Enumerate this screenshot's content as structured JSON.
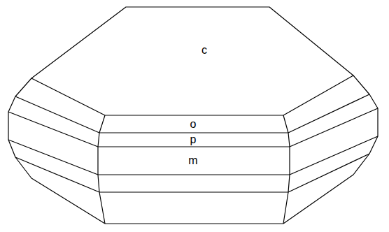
{
  "diagram": {
    "labels": [
      "c",
      "o",
      "p",
      "m"
    ]
  }
}
